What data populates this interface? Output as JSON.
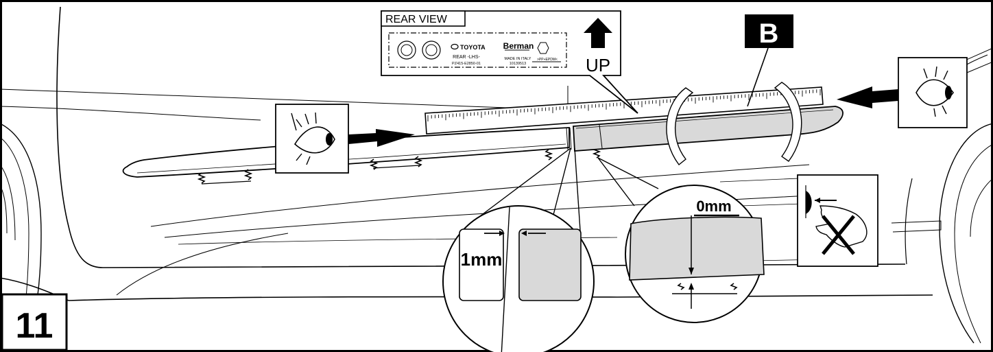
{
  "step_number": "11",
  "label_badge": {
    "header": "REAR VIEW",
    "brand": "TOYOTA",
    "part_side": "REAR -LHS-",
    "part_number": "PZ415-E2850-01",
    "maker": "Berman",
    "made_in": "MADE IN ITALY",
    "maker_code": "10139513",
    "material": ">PP+EPDM<"
  },
  "orientation": "UP",
  "part_letter": "B",
  "gap_left": "1mm",
  "gap_right": "0mm",
  "icons": [
    "eye-icon",
    "eye-icon",
    "no-press-hand-icon",
    "up-arrow-icon"
  ],
  "colors": {
    "line": "#000000",
    "part_fill": "#d9d9d9",
    "badge_bg": "#000000",
    "badge_fg": "#ffffff"
  }
}
